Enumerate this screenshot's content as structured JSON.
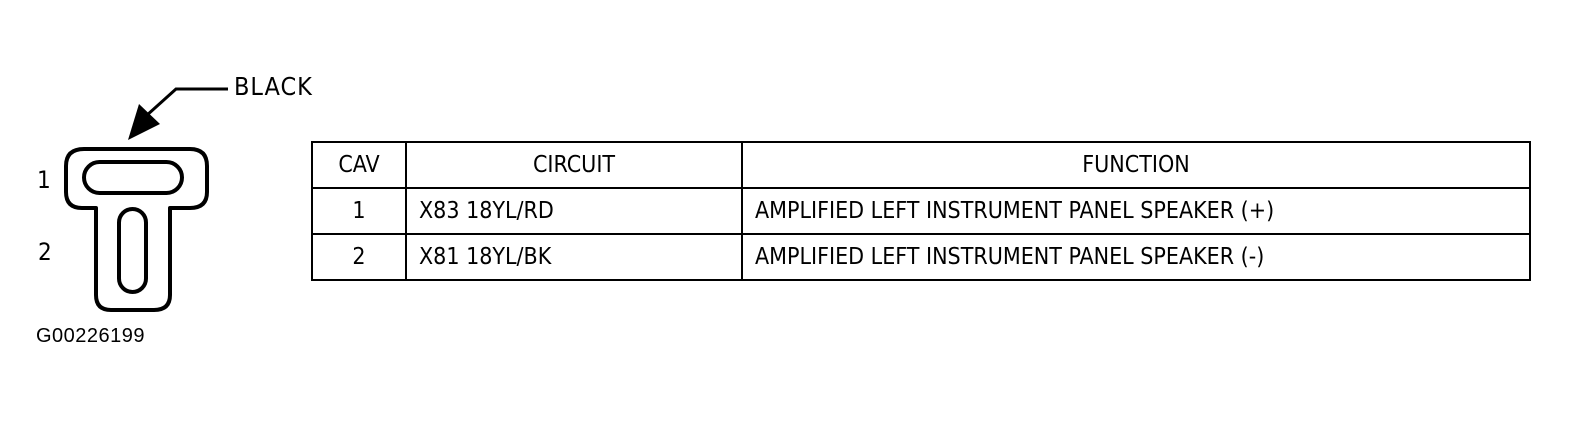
{
  "connector": {
    "color_label": "BLACK",
    "cavity_labels": [
      "1",
      "2"
    ]
  },
  "figure_id": "G00226199",
  "table": {
    "headers": [
      "CAV",
      "CIRCUIT",
      "FUNCTION"
    ],
    "rows": [
      {
        "cav": "1",
        "circuit": "X83 18YL/RD",
        "function": "AMPLIFIED LEFT INSTRUMENT PANEL SPEAKER (+)"
      },
      {
        "cav": "2",
        "circuit": "X81 18YL/BK",
        "function": "AMPLIFIED LEFT INSTRUMENT PANEL SPEAKER (-)"
      }
    ]
  }
}
